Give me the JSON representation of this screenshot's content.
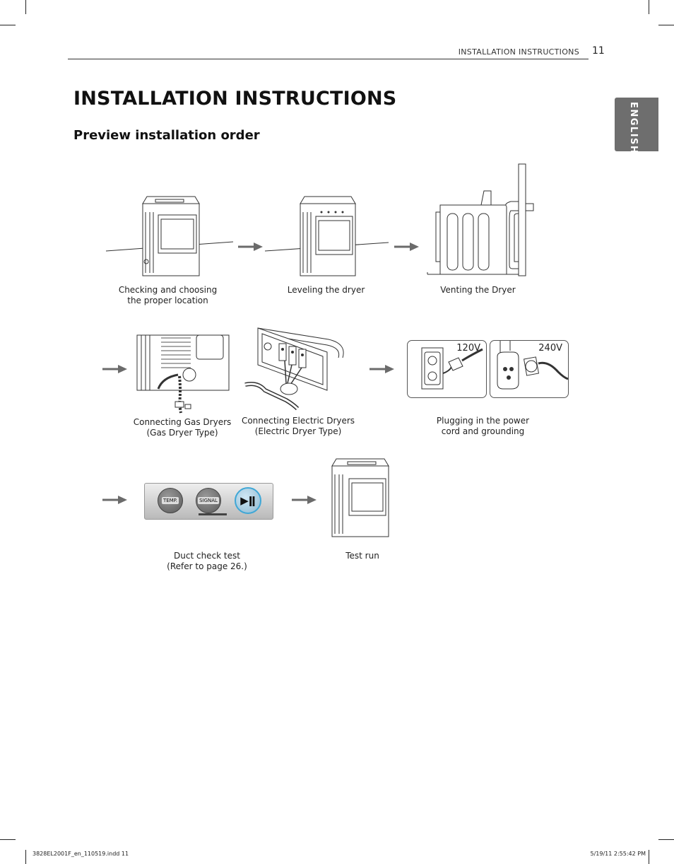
{
  "header": {
    "section": "INSTALLATION INSTRUCTIONS",
    "page_number": "11"
  },
  "language_tab": "ENGLISH",
  "title": "INSTALLATION INSTRUCTIONS",
  "subtitle": "Preview installation order",
  "steps": {
    "location": {
      "line1": "Checking and choosing",
      "line2": "the proper location"
    },
    "leveling": {
      "line1": "Leveling the dryer"
    },
    "venting": {
      "line1": "Venting the Dryer"
    },
    "gas": {
      "line1": "Connecting Gas Dryers",
      "line2": "(Gas Dryer Type)"
    },
    "electric": {
      "line1": "Connecting Electric Dryers",
      "line2": "(Electric Dryer Type)"
    },
    "power": {
      "line1": "Plugging in the power",
      "line2": "cord and grounding",
      "voltage_left": "120V",
      "voltage_right": "240V"
    },
    "duct": {
      "line1": "Duct check test",
      "line2": "(Refer to page 26.)",
      "btn_temp": "TEMP.",
      "btn_signal": "SIGNAL",
      "btn_play": "▶ǁ"
    },
    "testrun": {
      "line1": "Test run"
    }
  },
  "footer": {
    "left": "3828EL2001F_en_110519.indd   11",
    "right": "5/19/11   2:55:42 PM"
  },
  "colors": {
    "tab_bg": "#6e6e6e",
    "arrow": "#6b6b6b",
    "play_ring": "#3fa7d6"
  }
}
